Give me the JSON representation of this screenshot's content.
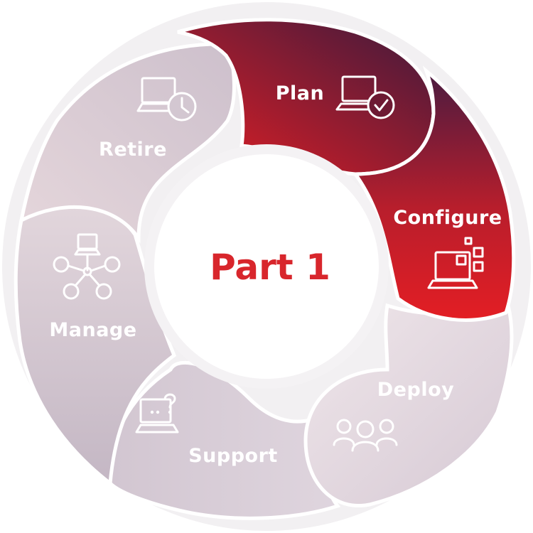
{
  "center": {
    "label": "Part 1",
    "color": "#d8262c"
  },
  "segments": [
    {
      "id": "plan",
      "label": "Plan",
      "icon": "laptop-check-icon",
      "active": true
    },
    {
      "id": "configure",
      "label": "Configure",
      "icon": "laptop-blocks-icon",
      "active": true
    },
    {
      "id": "deploy",
      "label": "Deploy",
      "icon": "users-group-icon",
      "active": false
    },
    {
      "id": "support",
      "label": "Support",
      "icon": "laptop-question-icon",
      "active": false
    },
    {
      "id": "manage",
      "label": "Manage",
      "icon": "network-laptop-icon",
      "active": false
    },
    {
      "id": "retire",
      "label": "Retire",
      "icon": "laptop-clock-icon",
      "active": false
    }
  ],
  "colors": {
    "active_start": "#e31e24",
    "active_end": "#3d1a3d",
    "inactive_start": "#ddd2dc",
    "inactive_end": "#c9bcc8",
    "ring_outer": "#f2f0f2",
    "separator": "#ffffff"
  }
}
